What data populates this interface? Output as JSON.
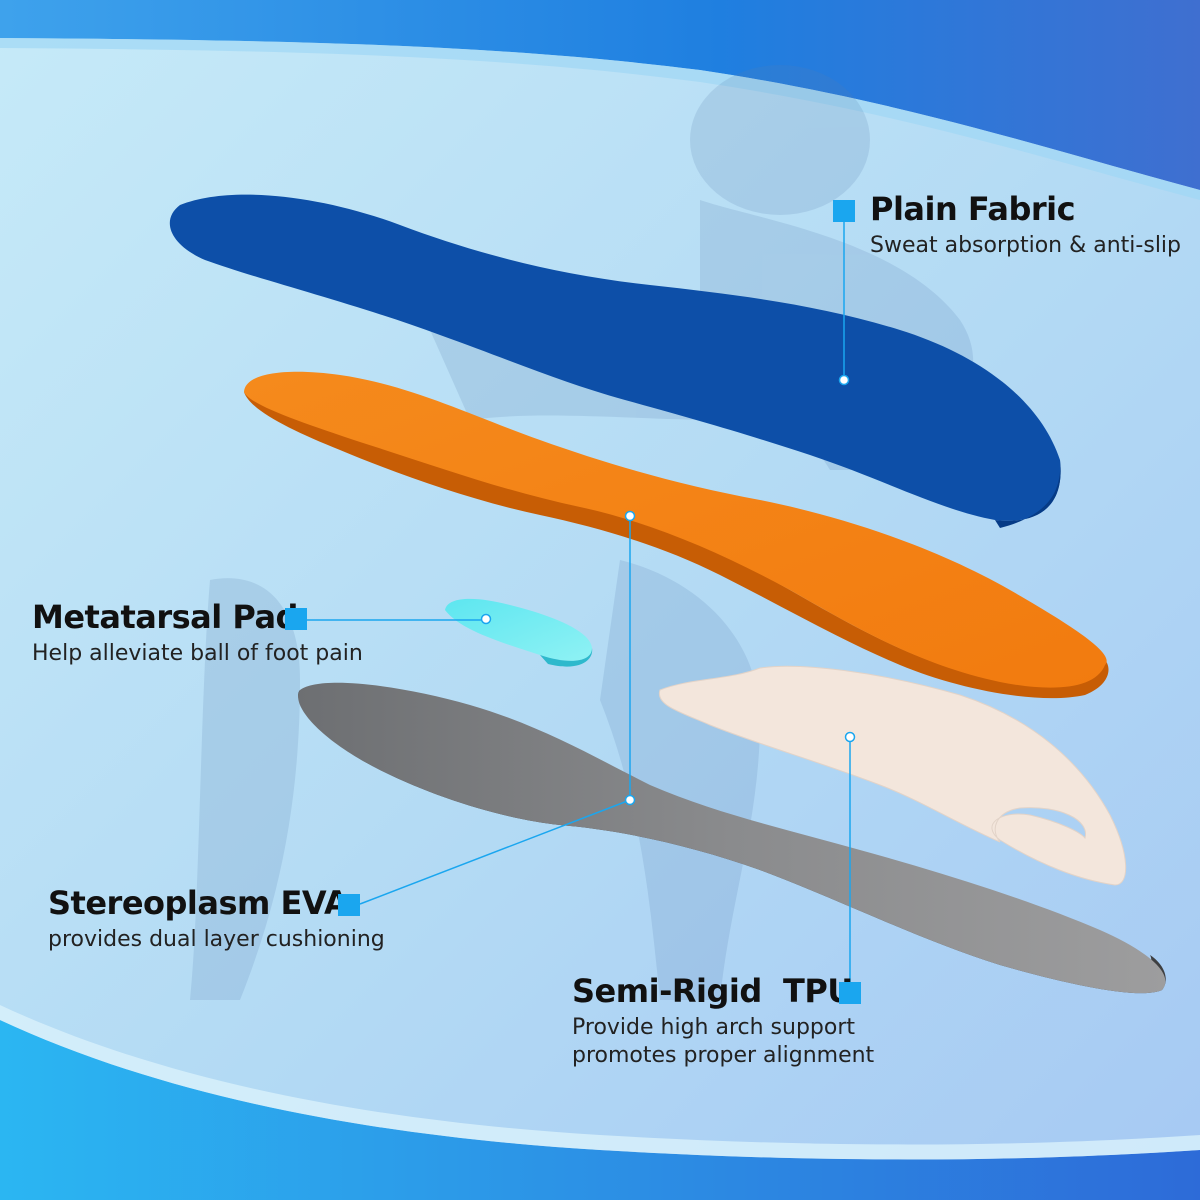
{
  "accent_color": "#1aa6ef",
  "layers": [
    {
      "id": "plain-fabric",
      "title": "Plain Fabric",
      "description": "Sweat absorption & anti-slip",
      "color": "#0d4fa8"
    },
    {
      "id": "metatarsal-pad",
      "title": "Metatarsal Pad",
      "description": "Help alleviate ball of foot pain",
      "color": "#6ee9ee"
    },
    {
      "id": "stereoplasm-eva",
      "title": "Stereoplasm EVA",
      "description": "provides dual layer cushioning",
      "color": "#f07c12"
    },
    {
      "id": "semi-rigid-tpu",
      "title": "Semi-Rigid  TPU",
      "description_lines": [
        "Provide high arch support",
        "promotes proper alignment"
      ],
      "color": "#f3e6dc"
    }
  ]
}
